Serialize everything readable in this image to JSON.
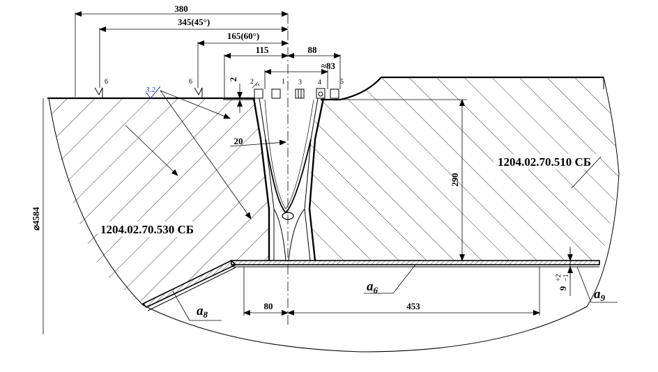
{
  "drawing": {
    "dimensions": {
      "d380": "380",
      "d345": "345(45°)",
      "d165": "165(60°)",
      "d115": "115",
      "d88": "88",
      "d83": "≈83",
      "d2": "2",
      "d20": "20",
      "d290": "290",
      "d4584": "⌀4584",
      "d80": "80",
      "d453": "453",
      "tol_base": "9",
      "tol_upper": "+2",
      "tol_lower": "−1"
    },
    "positions": [
      "1",
      "2",
      "3",
      "4",
      "5",
      "6",
      "6"
    ],
    "roughness": "3.2",
    "part_labels": {
      "upper": "1204.02.70.510 СБ",
      "lower": "1204.02.70.530 СБ"
    },
    "weld_refs": {
      "a6_letter": "a",
      "a6_sub": "6",
      "a8_letter": "a",
      "a8_sub": "8",
      "a9_letter": "a",
      "a9_sub": "9"
    }
  }
}
